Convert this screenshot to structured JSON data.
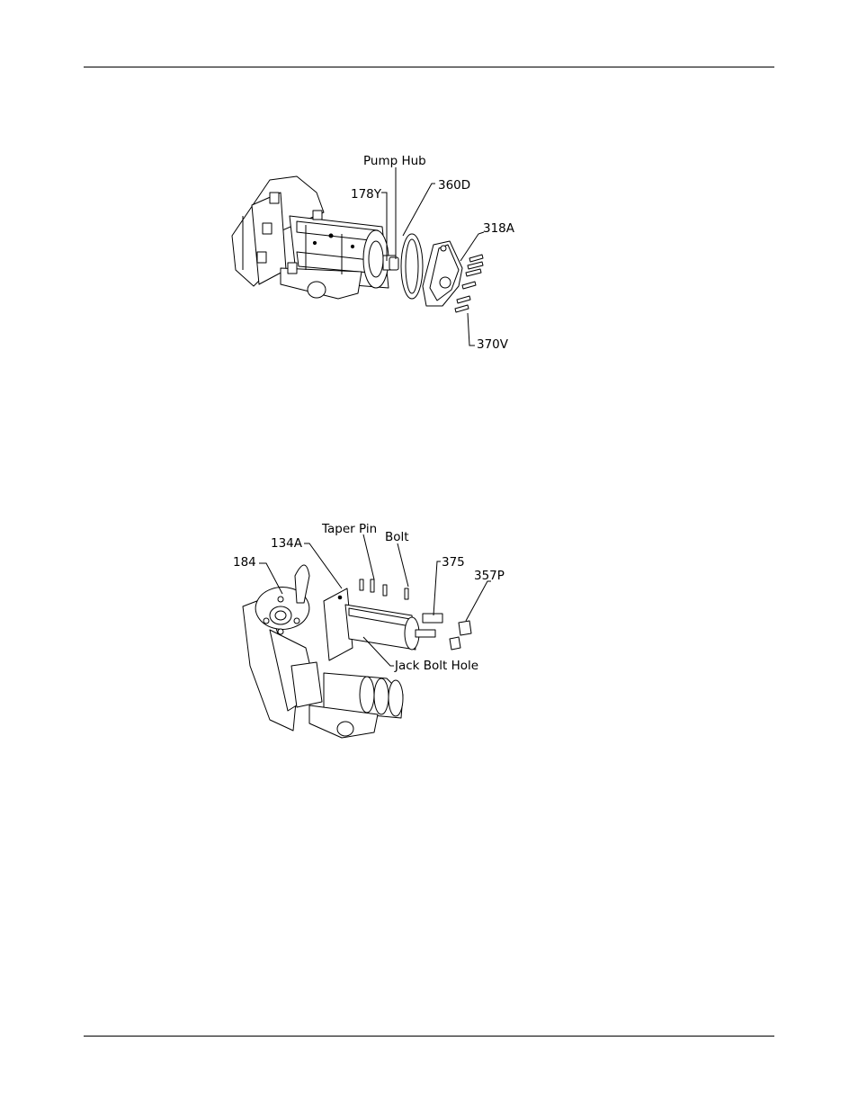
{
  "figure1": {
    "labels": {
      "pump_hub": "Pump Hub",
      "l178y": "178Y",
      "l360d": "360D",
      "l318a": "318A",
      "l370v": "370V"
    }
  },
  "figure2": {
    "labels": {
      "taper_pin": "Taper Pin",
      "bolt": "Bolt",
      "l134a": "134A",
      "l184": "184",
      "l375": "375",
      "l357p": "357P",
      "jack_bolt_hole": "Jack Bolt Hole"
    }
  }
}
